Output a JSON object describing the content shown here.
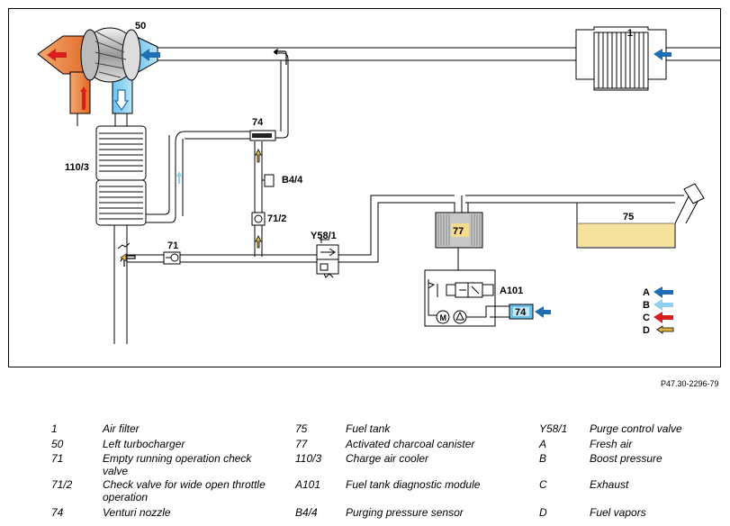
{
  "diagram": {
    "reference": "P47.30-2296-79",
    "component_labels": {
      "turbocharger": "50",
      "air_filter": "1",
      "venturi": "74",
      "sensor": "B4/4",
      "check_valve_wot": "71/2",
      "charge_air_cooler": "110/3",
      "purge_valve": "Y58/1",
      "check_valve_idle": "71",
      "canister": "77",
      "fuel_tank": "75",
      "diag_module": "A101",
      "diag_inner": "74"
    },
    "flow_legend": [
      {
        "key": "A",
        "color": "#1f6eb5"
      },
      {
        "key": "B",
        "color": "#8fd0f0"
      },
      {
        "key": "C",
        "color": "#d81e1e"
      },
      {
        "key": "D",
        "color": "#1a1a1a",
        "fill": "#e2b440"
      }
    ]
  },
  "legend_rows": [
    [
      "1",
      "Air filter",
      "75",
      "Fuel tank",
      "Y58/1",
      "Purge control valve"
    ],
    [
      "50",
      "Left turbocharger",
      "77",
      "Activated charcoal canister",
      "A",
      "Fresh air"
    ],
    [
      "71",
      "Empty running operation check valve",
      "110/3",
      "Charge air cooler",
      "B",
      "Boost pressure"
    ],
    [
      "71/2",
      "Check valve for wide open throttle operation",
      "A101",
      "Fuel tank diagnostic module",
      "C",
      "Exhaust"
    ],
    [
      "74",
      "Venturi nozzle",
      "B4/4",
      "Purging pressure sensor",
      "D",
      "Fuel vapors"
    ]
  ]
}
